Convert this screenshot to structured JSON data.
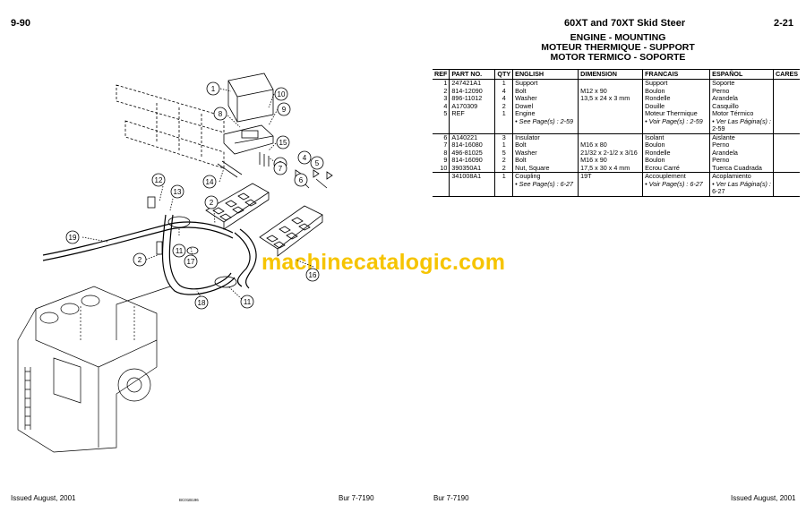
{
  "header": {
    "left_page_number": "9-90",
    "model_title": "60XT and 70XT Skid Steer",
    "right_page_number": "2-21"
  },
  "section_title": {
    "english": "ENGINE - MOUNTING",
    "french": "MOTEUR THERMIQUE - SUPPORT",
    "spanish": "MOTOR TERMICO - SOPORTE"
  },
  "table": {
    "columns": [
      "REF",
      "PART NO.",
      "QTY",
      "ENGLISH",
      "DIMENSION",
      "FRANCAIS",
      "ESPAÑOL",
      "CARES"
    ],
    "rows": [
      [
        "1",
        "247421A1",
        "1",
        "Support",
        "",
        "Support",
        "Soporte"
      ],
      [
        "2",
        "814-12090",
        "4",
        "Bolt",
        "M12 x 90",
        "Boulon",
        "Perno"
      ],
      [
        "3",
        "896-11012",
        "4",
        "Washer",
        "13,5 x 24 x 3 mm",
        "Rondelle",
        "Arandela"
      ],
      [
        "4",
        "A170309",
        "2",
        "Dowel",
        "",
        "Douille",
        "Casquillo"
      ],
      [
        "5",
        "REF",
        "1",
        "Engine",
        "",
        "Moteur Thermique",
        "Motor Térmico"
      ],
      [
        "",
        "",
        "",
        "• See Page(s) : 2-59",
        "",
        "• Voir Page(s) : 2-59",
        "• Ver Las Página(s) :"
      ],
      [
        "",
        "",
        "",
        "",
        "",
        "",
        "2-59"
      ],
      [
        "6",
        "A140221",
        "3",
        "Insulator",
        "",
        "Isolant",
        "Aislante"
      ],
      [
        "7",
        "814-16080",
        "1",
        "Bolt",
        "M16 x 80",
        "Boulon",
        "Perno"
      ],
      [
        "8",
        "496-81025",
        "5",
        "Washer",
        "21/32 x 2-1/2 x 3/16",
        "Rondelle",
        "Arandela"
      ],
      [
        "9",
        "814-16090",
        "2",
        "Bolt",
        "M16 x 90",
        "Boulon",
        "Perno"
      ],
      [
        "10",
        "390350A1",
        "2",
        "Nut, Square",
        "17,5 x 30 x 4 mm",
        "Ecrou Carré",
        "Tuerca Cuadrada"
      ],
      [
        "",
        "",
        "",
        "",
        "",
        "",
        ""
      ],
      [
        "",
        "341008A1",
        "1",
        "Coupling",
        "19T",
        "Accouplement",
        "Acoplamiento"
      ],
      [
        "",
        "",
        "",
        "• See Page(s) : 6-27",
        "",
        "• Voir Page(s) : 6-27",
        "• Ver Las Página(s) :"
      ],
      [
        "",
        "",
        "",
        "",
        "",
        "",
        "6-27"
      ]
    ]
  },
  "watermark": "machinecatalogic.com",
  "diagram": {
    "callouts": [
      "1",
      "10",
      "9",
      "8",
      "15",
      "3",
      "4",
      "5",
      "7",
      "6",
      "14",
      "12",
      "13",
      "2",
      "19",
      "11",
      "17",
      "2",
      "16",
      "18",
      "11"
    ],
    "figure_code": "BC01B196"
  },
  "footer": {
    "left_issued": "Issued August, 2001",
    "left_bur": "Bur 7-7190",
    "right_bur": "Bur 7-7190",
    "right_issued": "Issued August, 2001"
  }
}
